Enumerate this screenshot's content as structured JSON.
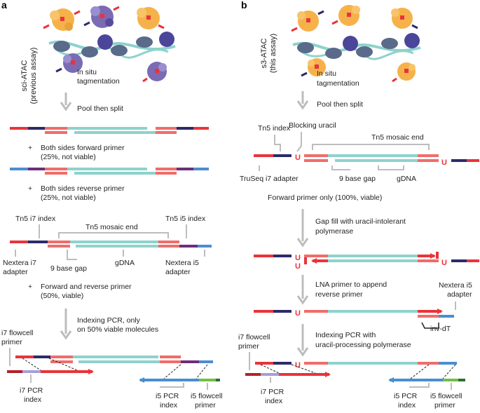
{
  "panel_a": {
    "letter": "a",
    "assay_name": "sci-ATAC",
    "assay_note": "(previous assay)",
    "step1": [
      "In situ",
      "tagmentation"
    ],
    "step2": "Pool then split",
    "plus": "+",
    "case1": [
      "Both sides forward primer",
      "(25%, not viable)"
    ],
    "case2": [
      "Both sides reverse primer",
      "(25%, not viable)"
    ],
    "tn5_i7_index": "Tn5 i7 index",
    "tn5_i5_index": "Tn5 i5 index",
    "tn5_mosaic_end": "Tn5 mosaic end",
    "nextera_i7": [
      "Nextera i7",
      "adapter"
    ],
    "gap": "9 base gap",
    "gdna": "gDNA",
    "nextera_i5": [
      "Nextera i5",
      "adapter"
    ],
    "case3": [
      "Forward and reverse primer",
      "(50%, viable)"
    ],
    "step3": [
      "Indexing PCR, only",
      "on 50% viable molecules"
    ],
    "i7_flowcell": [
      "i7 flowcell",
      "primer"
    ],
    "i7_pcr_index": [
      "i7 PCR",
      "index"
    ],
    "i5_pcr_index": [
      "i5 PCR",
      "index"
    ],
    "i5_flowcell": [
      "i5 flowcell",
      "primer"
    ]
  },
  "panel_b": {
    "letter": "b",
    "assay_name": "s3-ATAC",
    "assay_note": "(this assay)",
    "step1": [
      "In situ",
      "tagmentation"
    ],
    "step2": "Pool then split",
    "tn5_index": "Tn5 index",
    "blocking_uracil": "Blocking uracil",
    "tn5_mosaic_end": "Tn5 mosaic end",
    "u": "U",
    "truseq_i7": "TruSeq i7 adapter",
    "gap": "9 base gap",
    "gdna": "gDNA",
    "forward_only": "Forward primer only (100%, viable)",
    "gap_fill": [
      "Gap fill with uracil-intolerant",
      "polymerase"
    ],
    "lna": [
      "LNA primer to append",
      "reverse primer"
    ],
    "nextera_i5": [
      "Nextera i5",
      "adapter"
    ],
    "inv_dt": "inv-dT",
    "indexing": [
      "Indexing PCR with",
      "uracil-processing polymerase"
    ],
    "i7_flowcell": [
      "i7 flowcell",
      "primer"
    ],
    "i7_pcr_index": [
      "i7 PCR",
      "index"
    ],
    "i5_pcr_index": [
      "i5 PCR",
      "index"
    ],
    "i5_flowcell": [
      "i5 flowcell",
      "primer"
    ]
  },
  "colors": {
    "red": "#e8343a",
    "salmon": "#ef6d6a",
    "teal": "#8ed2cd",
    "navy": "#2b2b6a",
    "purple": "#6b2f7a",
    "blue": "#4a8ed0",
    "lavender": "#a79ed6",
    "green": "#72bf44",
    "darkgreen": "#2f6e37",
    "gray": "#bdbdbd"
  }
}
